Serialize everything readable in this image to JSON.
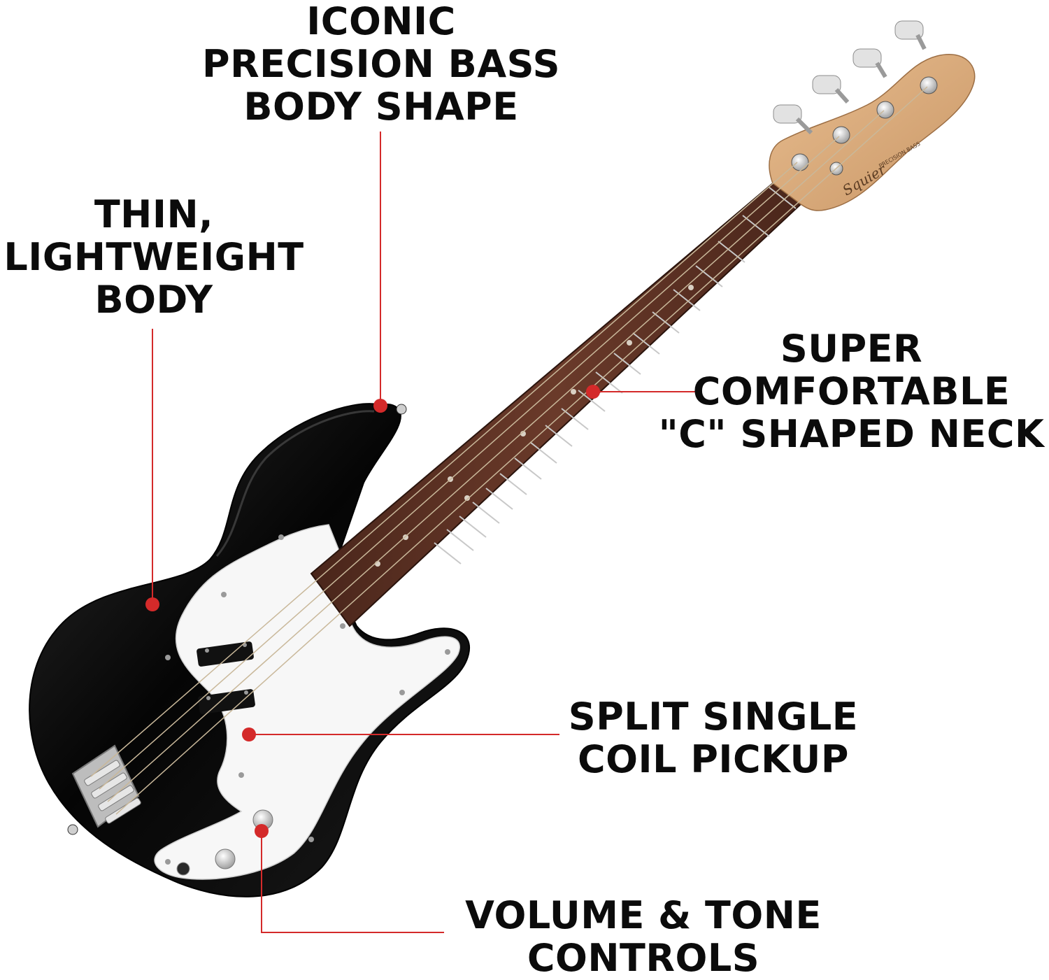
{
  "colors": {
    "callout": "#d42a2a",
    "text": "#0b0b0b",
    "body": "#0a0a0a",
    "pickguard": "#f7f7f7",
    "fretboard": "#5a2f22",
    "headstock": "#d9a779",
    "hardware": "#c9c9c9"
  },
  "callouts": {
    "body_shape": {
      "lines": [
        "ICONIC",
        "PRECISION BASS",
        "BODY SHAPE"
      ]
    },
    "thin_body": {
      "lines": [
        "THIN,",
        "LIGHTWEIGHT",
        "BODY"
      ]
    },
    "neck": {
      "lines": [
        "SUPER",
        "COMFORTABLE",
        "\"C\" SHAPED NECK"
      ]
    },
    "pickup": {
      "lines": [
        "SPLIT SINGLE",
        "COIL PICKUP"
      ]
    },
    "controls": {
      "lines": [
        "VOLUME & TONE",
        "CONTROLS"
      ]
    }
  },
  "headstock_logo": {
    "brand": "Squier",
    "model": "PRECISION BASS"
  }
}
